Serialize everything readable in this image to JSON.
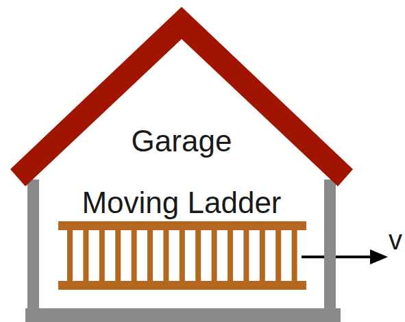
{
  "diagram": {
    "nodes": [
      {
        "text": [
          "Garage"
        ]
      },
      {
        "text": [
          "Moving Ladder"
        ],
        "in": 0
      }
    ],
    "labels": [
      "v"
    ]
  }
}
